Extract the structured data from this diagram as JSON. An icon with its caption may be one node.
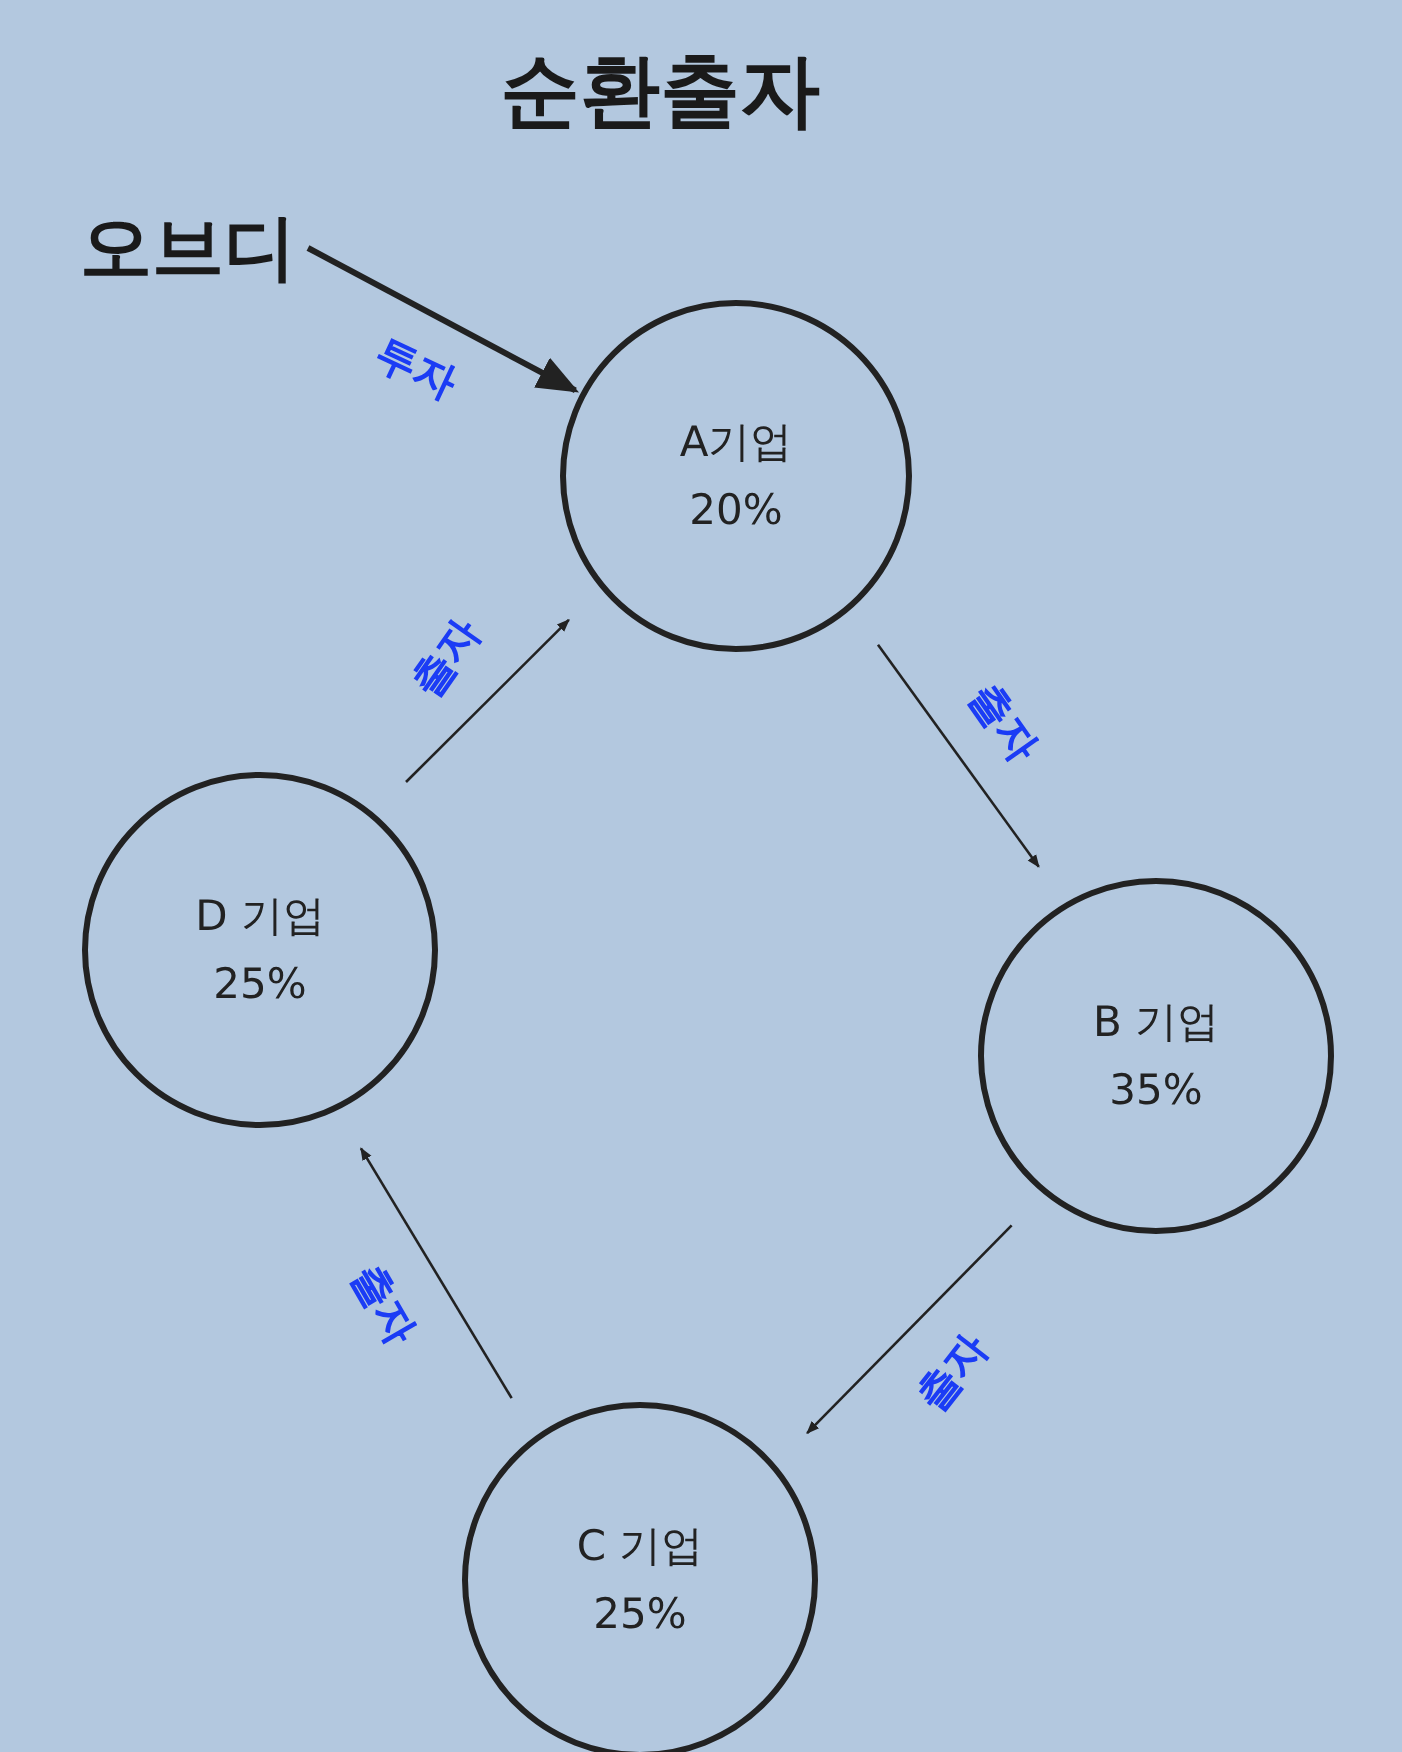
{
  "diagram": {
    "title": "순환출자",
    "nodes": [
      {
        "text": [
          "오브디"
        ]
      },
      {
        "text": [
          "A기업",
          "20%"
        ]
      },
      {
        "text": [
          "B 기업",
          "35%"
        ]
      },
      {
        "text": [
          "C 기업",
          "25%"
        ]
      },
      {
        "text": [
          "D 기업",
          "25%"
        ]
      }
    ],
    "edges": [
      {
        "from": 0,
        "to": 1,
        "arrow": "to",
        "label": "투자",
        "style": "thick"
      },
      {
        "from": 1,
        "to": 2,
        "arrow": "to",
        "label": "출자"
      },
      {
        "from": 2,
        "to": 3,
        "arrow": "to",
        "label": "출자"
      },
      {
        "from": 3,
        "to": 4,
        "arrow": "to",
        "label": "출자"
      },
      {
        "from": 4,
        "to": 1,
        "arrow": "to",
        "label": "출자"
      }
    ]
  }
}
